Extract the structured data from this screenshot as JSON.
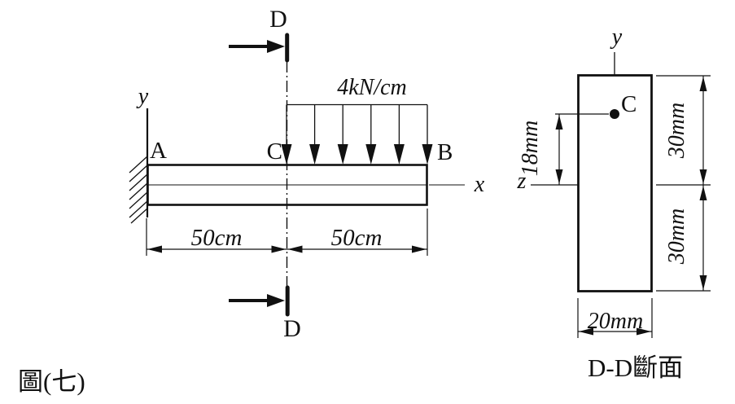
{
  "colors": {
    "ink": "#111111",
    "background": "#ffffff"
  },
  "caption": "圖(七)",
  "beam": {
    "y_axis_label": "y",
    "x_axis_label": "x",
    "point_a": "A",
    "point_c": "C",
    "point_b": "B",
    "section_top_label": "D",
    "section_bottom_label": "D",
    "load_label": "4kN/cm",
    "dim_left": "50cm",
    "dim_right": "50cm",
    "load_arrow_count": 6
  },
  "section": {
    "title": "D-D斷面",
    "y_axis_label": "y",
    "z_axis_label": "z",
    "point_c": "C",
    "dim_offset": "18mm",
    "dim_upper": "30mm",
    "dim_lower": "30mm",
    "dim_width": "20mm"
  }
}
